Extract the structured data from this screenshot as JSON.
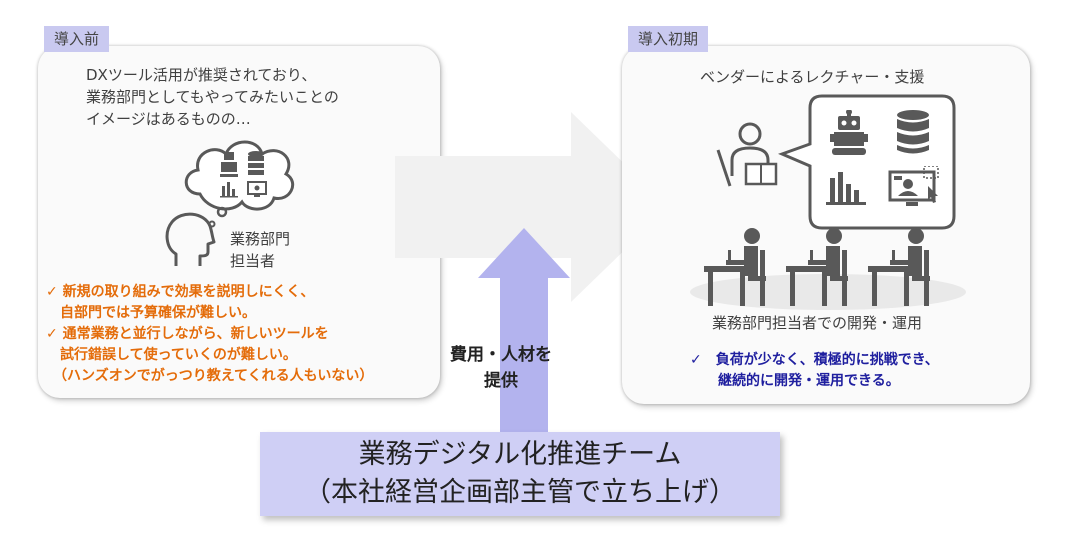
{
  "before": {
    "tag": "導入前",
    "intro": [
      "DXツール活用が推奨されており、",
      "業務部門としてもやってみたいことの",
      "イメージはあるものの…"
    ],
    "person_label": [
      "業務部門",
      "担当者"
    ],
    "issues": [
      "✓ 新規の取り組みで効果を説明しにくく、",
      "　自部門では予算確保が難しい。",
      "✓ 通常業務と並行しながら、新しいツールを",
      "　試行錯誤して使っていくのが難しい。",
      "　（ハンズオンでがっつり教えてくれる人もいない）"
    ]
  },
  "after": {
    "tag": "導入初期",
    "support_text": "ベンダーによるレクチャー・支援",
    "dev_label": "業務部門担当者での開発・運用",
    "benefit": [
      "✓　負荷が少なく、積極的に挑戦でき、",
      "　　継続的に開発・運用できる。"
    ]
  },
  "cost_label": [
    "費用・人材を",
    "提供"
  ],
  "team": [
    "業務デジタル化推進チーム",
    "（本社経営企画部主管で立ち上げ）"
  ],
  "colors": {
    "issue_text": "#e46c0a",
    "benefit_text": "#1f1f9f",
    "tag_bg": "#c9c9f0",
    "team_bg": "#cfcff5",
    "icon_gray": "#595959"
  },
  "icons": [
    "thought-cloud-icon",
    "head-icon",
    "robot-icon",
    "database-icon",
    "bar-chart-icon",
    "monitor-icon",
    "teacher-icon",
    "speech-bubble-icon",
    "worker-at-desk-icon"
  ]
}
